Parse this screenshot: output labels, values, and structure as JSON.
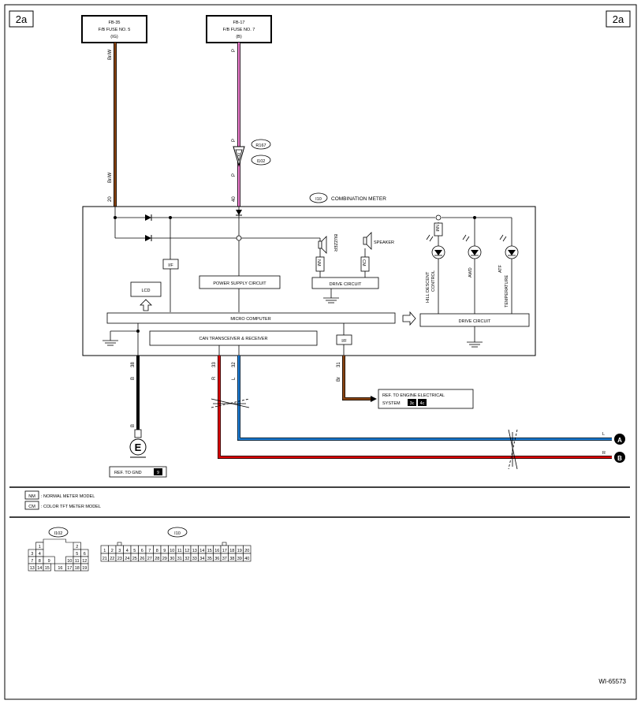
{
  "page_tags": {
    "left": "2a",
    "right": "2a"
  },
  "fuses": [
    {
      "line1": "FB-35",
      "line2": "F/B FUSE NO. 5",
      "line3": "(IG)"
    },
    {
      "line1": "FB-17",
      "line2": "F/B FUSE NO. 7",
      "line3": "(B)"
    }
  ],
  "wire_colors": {
    "brw": "#8B4513",
    "pink": "#F080D0",
    "black": "#000000",
    "red": "#E00000",
    "blue": "#1E7FD8",
    "brown": "#8B4513"
  },
  "wires": {
    "fuse5_code": "Br/W",
    "fuse5_code_lower": "Br/W",
    "fuse5_pin": "20",
    "fuse7_code": "P",
    "fuse7_code_mid1": "P",
    "fuse7_code_mid2": "P",
    "fuse7_pin": "40",
    "gnd_pin": "38",
    "gnd_code": "B",
    "gnd_code_lower": "B",
    "canh_pin": "33",
    "canh_code": "R",
    "canl_pin": "32",
    "canl_code": "L",
    "eng_pin": "31",
    "eng_code": "Br",
    "out_l": "L",
    "out_r": "R"
  },
  "connector_inline": {
    "code_top": "R167",
    "pin": "2",
    "code_bottom": "I102"
  },
  "meter": {
    "connector": "I10",
    "title": "COMBINATION METER",
    "buzzer": "BUZZER",
    "speaker": "SPEAKER",
    "nm": "NM",
    "cm": "CM",
    "if1": "I/F",
    "if2": "I/F",
    "lcd": "LCD",
    "power_supply": "POWER SUPPLY CIRCUIT",
    "drive_circuit_left": "DRIVE CIRCUIT",
    "micro_computer": "MICRO COMPUTER",
    "can_transceiver": "CAN TRANSCEIVER & RECEIVER",
    "drive_circuit_right": "DRIVE CIRCUIT",
    "lamp1_line1": "HILL DESCENT",
    "lamp1_line2": "CONTROL",
    "lamp2": "AWD",
    "lamp3_line1": "ATF",
    "lamp3_line2": "TEMPERATURE"
  },
  "refs": {
    "engine_line1": "REF. TO ENGINE ELECTRICAL",
    "engine_line2": "SYSTEM",
    "engine_badge1": "3c",
    "engine_badge2": "4c",
    "gnd_text": "REF. TO GND",
    "gnd_badge": "9",
    "ground_symbol": "E",
    "terminal_a": "A",
    "terminal_b": "B"
  },
  "legend": [
    {
      "badge": "NM",
      "text": ": NORMAL METER MODEL"
    },
    {
      "badge": "CM",
      "text": ": COLOR TFT METER MODEL"
    }
  ],
  "connector_views": {
    "i102": {
      "label": "I102",
      "rows": [
        [
          "1",
          "",
          "",
          "",
          "2"
        ],
        [
          "3",
          "4",
          "",
          "",
          "5",
          "6"
        ],
        [
          "7",
          "8",
          "9",
          "",
          "10",
          "11",
          "12"
        ],
        [
          "13",
          "14",
          "15",
          "16",
          "17",
          "18",
          "19"
        ]
      ]
    },
    "i10": {
      "label": "I10",
      "row1": [
        "1",
        "2",
        "3",
        "4",
        "5",
        "6",
        "7",
        "8",
        "9",
        "10",
        "11",
        "12",
        "13",
        "14",
        "15",
        "16",
        "17",
        "18",
        "19",
        "20"
      ],
      "row2": [
        "21",
        "22",
        "23",
        "24",
        "25",
        "26",
        "27",
        "28",
        "29",
        "30",
        "31",
        "32",
        "33",
        "34",
        "35",
        "36",
        "37",
        "38",
        "39",
        "40"
      ]
    }
  },
  "figure_id": "WI-65573"
}
